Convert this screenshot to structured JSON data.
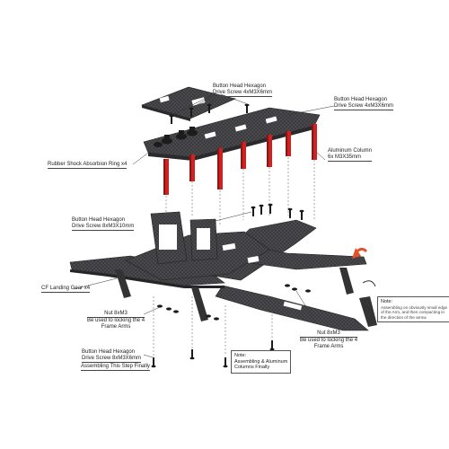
{
  "labels": {
    "top_screw": [
      "Button Head Hexagon",
      "Drive Screw 4xM3X6mm"
    ],
    "right_screw": [
      "Button Head Hexagon",
      "Drive Screw 4xM3X6mm"
    ],
    "rubber_ring": "Rubber Shock Absorbion Ring x4",
    "aluminum_column": [
      "Aluminum Column",
      "6x M3X35mm"
    ],
    "mid_screw": [
      "Button Head Hexagon",
      "Drive Screw 8xM3X10mm"
    ],
    "landing_gear": "CF Landing Gear x4",
    "nut_left": [
      "Nut 8xM3",
      "Be used to locking the 4",
      "Frame Arms"
    ],
    "nut_right": [
      "Nut 8xM3",
      "Be used to locking the 4",
      "Frame Arms"
    ],
    "bottom_screw": [
      "Button Head Hexagon",
      "Drive Screw 8xM3X6mm"
    ],
    "assemble_last": "Assembling This Step Finally",
    "note_columns": [
      "Note:",
      "Assembling & Aluminum",
      "Columns Finally"
    ],
    "note_right": [
      "Note:",
      "Assembling on obviously small edge",
      "of the Arm, and then compacting in",
      "the direction of the arrow."
    ]
  },
  "colors": {
    "carbon": "#3b3b3e",
    "carbon_light": "#5a5a5e",
    "column": "#cc2222",
    "column_dark": "#8a1515",
    "arrow": "#e0532a",
    "line": "#333333"
  }
}
